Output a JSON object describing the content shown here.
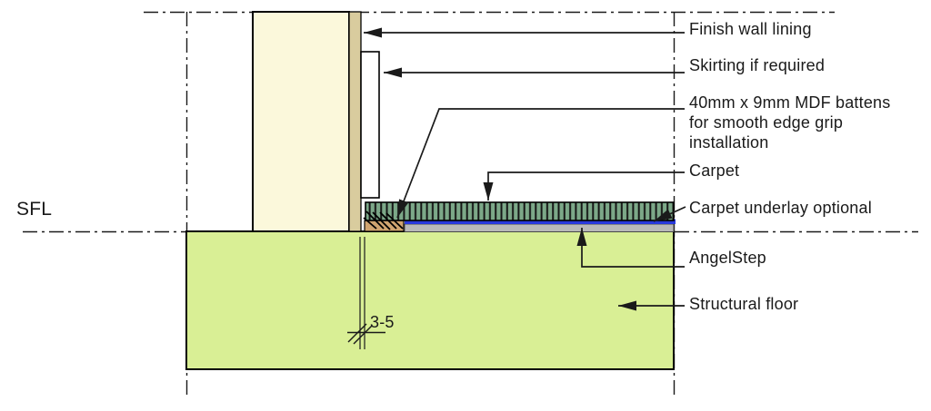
{
  "diagram": {
    "name": "carpet-over-angelstep-floor-detail",
    "sfl_label": "SFL",
    "gap_dimension": "3-5",
    "labels": {
      "finish_wall_lining": "Finish wall lining",
      "skirting": "Skirting if required",
      "mdf_battens": "40mm x 9mm MDF battens for smooth edge grip installation",
      "carpet": "Carpet",
      "carpet_underlay": "Carpet underlay optional",
      "angelstep": "AngelStep",
      "structural_floor": "Structural floor"
    },
    "colors": {
      "wall_fill": "#FBF8DB",
      "lining_fill": "#D9CC9E",
      "skirting_fill": "#FFFFFF",
      "floor_fill": "#D9EF95",
      "batten_fill": "#D0A470",
      "carpet_fill": "#7CA888",
      "carpet_stripe": "#161616",
      "underlay_fill": "#2838DC",
      "angelstep_fill": "#B9B9B9",
      "line": "#1A1A1A"
    }
  }
}
